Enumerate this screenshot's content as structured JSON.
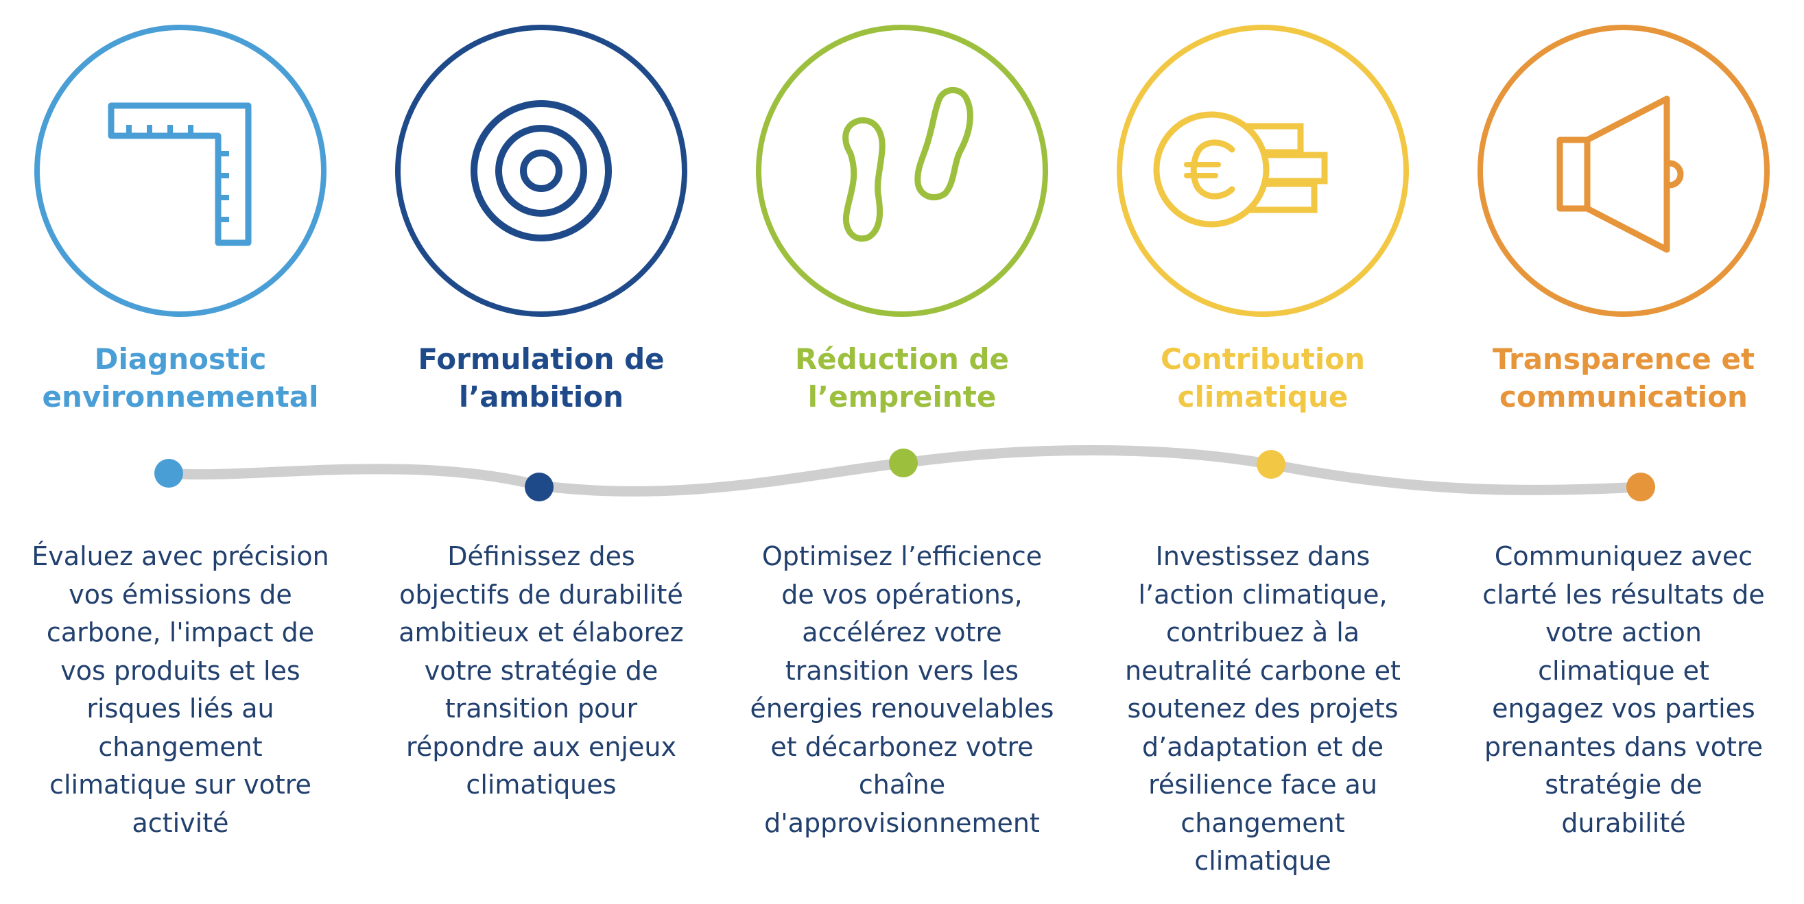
{
  "steps": [
    {
      "color": "#4a9ed6",
      "icon": "ruler-square-icon",
      "title": [
        "Diagnostic",
        "environnemental"
      ],
      "desc": [
        "Évaluez avec précision",
        "vos émissions de",
        "carbone, l'impact de",
        "vos produits et les",
        "risques liés au",
        "changement",
        "climatique sur votre",
        "activité"
      ]
    },
    {
      "color": "#1f4a8a",
      "icon": "target-icon",
      "title": [
        "Formulation de",
        "l’ambition"
      ],
      "desc": [
        "Définissez des",
        "objectifs de durabilité",
        "ambitieux et élaborez",
        "votre stratégie de",
        "transition pour",
        "répondre aux enjeux",
        "climatiques"
      ]
    },
    {
      "color": "#9dbf3e",
      "icon": "footprints-icon",
      "title": [
        "Réduction de",
        "l’empreinte"
      ],
      "desc": [
        "Optimisez l’efficience",
        "de vos opérations,",
        "accélérez votre",
        "transition vers les",
        "énergies renouvelables",
        "et décarbonez votre",
        "chaîne",
        "d'approvisionnement"
      ]
    },
    {
      "color": "#f2c744",
      "icon": "euro-coins-icon",
      "title": [
        "Contribution",
        "climatique"
      ],
      "desc": [
        "Investissez dans",
        "l’action climatique,",
        "contribuez à la",
        "neutralité carbone et",
        "soutenez des projets",
        "d’adaptation et de",
        "résilience face au",
        "changement",
        "climatique"
      ]
    },
    {
      "color": "#e6953a",
      "icon": "megaphone-icon",
      "title": [
        "Transparence et",
        "communication"
      ],
      "desc": [
        "Communiquez avec",
        "clarté les résultats de",
        "votre action",
        "climatique et",
        "engagez vos parties",
        "prenantes dans votre",
        "stratégie de",
        "durabilité"
      ]
    }
  ],
  "timeline": {
    "line_color": "#cfcfcf"
  }
}
